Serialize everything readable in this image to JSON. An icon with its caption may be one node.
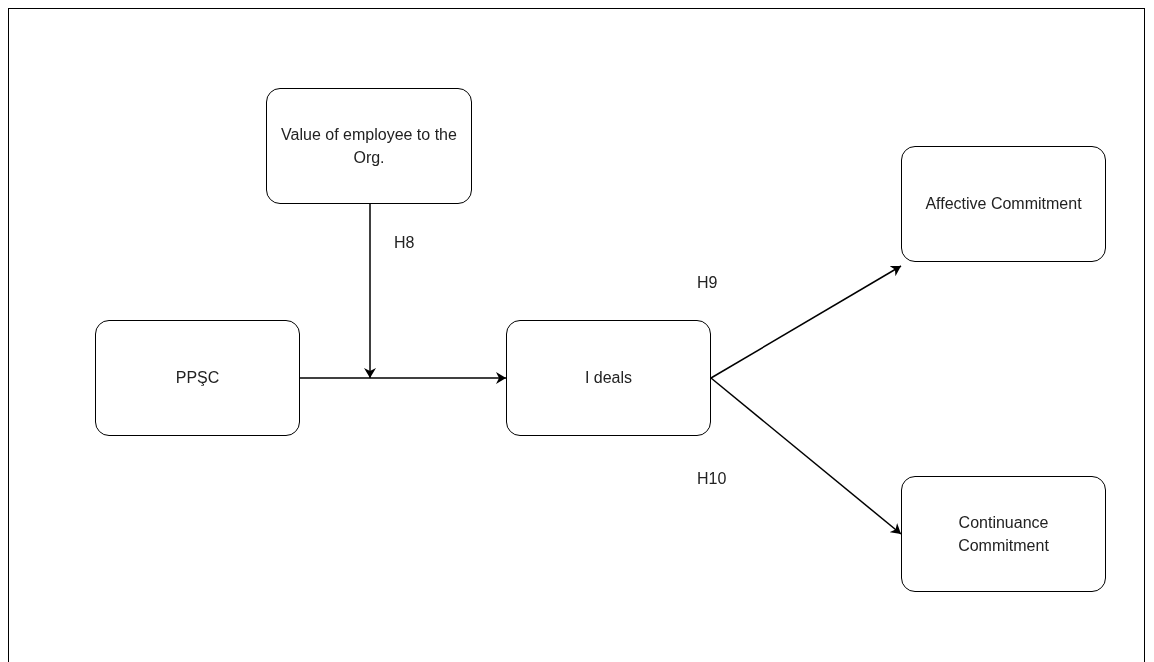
{
  "diagram": {
    "nodes": [
      {
        "text": [
          "Value of employee to the Org."
        ]
      },
      {
        "text": [
          "PPŞC"
        ]
      },
      {
        "text": [
          "I deals"
        ]
      },
      {
        "text": [
          "Affective Commitment"
        ]
      },
      {
        "text": [
          "Continuance Commitment"
        ]
      }
    ],
    "edges": [
      {
        "from": 0,
        "to": null,
        "arrow": "to"
      },
      {
        "from": 1,
        "to": 2,
        "arrow": "to"
      },
      {
        "from": 2,
        "to": 3,
        "arrow": "to"
      },
      {
        "from": 2,
        "to": 4,
        "arrow": "to"
      }
    ],
    "labels": [
      "H8",
      "H9",
      "H10"
    ]
  }
}
